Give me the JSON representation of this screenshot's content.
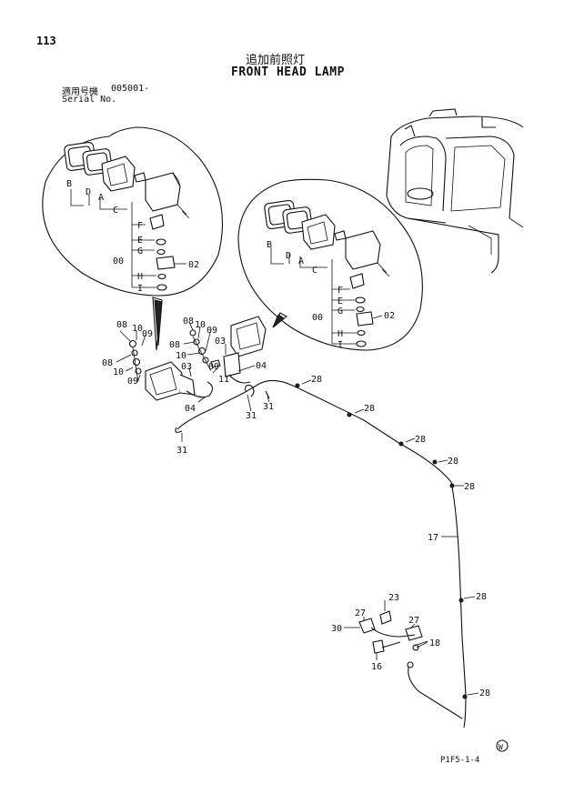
{
  "page_number": "113",
  "title_jp": "追加前照灯",
  "title_en": "FRONT HEAD LAMP",
  "serial": {
    "label_jp": "適用号機",
    "value": "005001-",
    "label_en": "Serial No."
  },
  "figure_code": "P1F5-1-4",
  "watermark": "W",
  "detail_labels": {
    "b": "B",
    "d": "D",
    "a": "A",
    "c": "C",
    "f": "F",
    "e": "E",
    "g": "G",
    "h": "H",
    "i": "I",
    "grp": "00",
    "p02": "02"
  },
  "part_labels": {
    "p02": "02",
    "p03": "03",
    "p04": "04",
    "p08": "08",
    "p09": "09",
    "p10": "10",
    "p11": "11",
    "p16": "16",
    "p17": "17",
    "p18": "18",
    "p23": "23",
    "p27": "27",
    "p28": "28",
    "p30": "30",
    "p31": "31"
  }
}
